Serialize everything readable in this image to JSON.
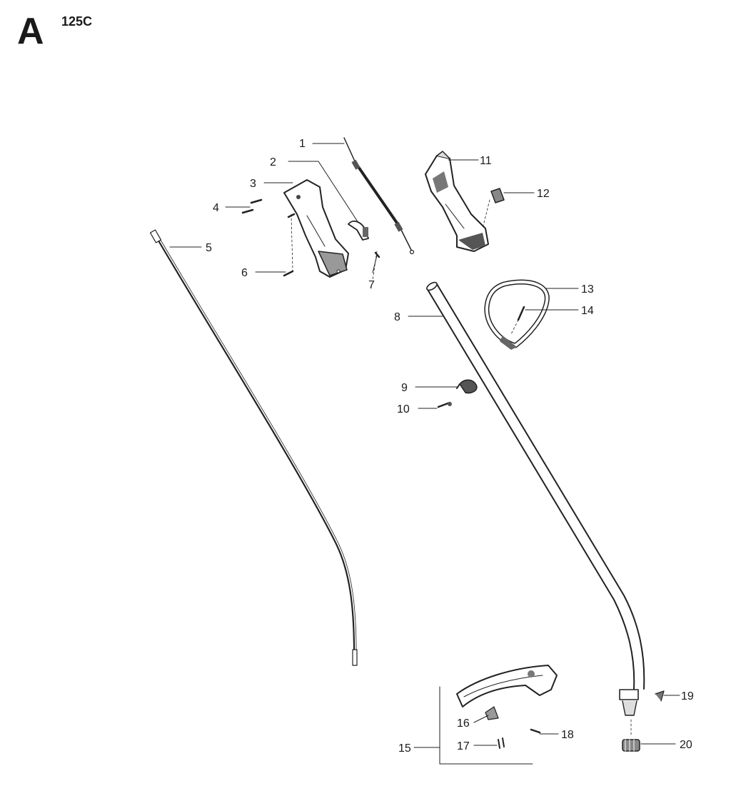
{
  "header": {
    "section": "A",
    "model": "125C"
  },
  "callouts": [
    {
      "id": "c1",
      "label": "1"
    },
    {
      "id": "c2",
      "label": "2"
    },
    {
      "id": "c3",
      "label": "3"
    },
    {
      "id": "c4",
      "label": "4"
    },
    {
      "id": "c5",
      "label": "5"
    },
    {
      "id": "c6",
      "label": "6"
    },
    {
      "id": "c7",
      "label": "7"
    },
    {
      "id": "c8",
      "label": "8"
    },
    {
      "id": "c9",
      "label": "9"
    },
    {
      "id": "c10",
      "label": "10"
    },
    {
      "id": "c11",
      "label": "11"
    },
    {
      "id": "c12",
      "label": "12"
    },
    {
      "id": "c13",
      "label": "13"
    },
    {
      "id": "c14",
      "label": "14"
    },
    {
      "id": "c15",
      "label": "15"
    },
    {
      "id": "c16",
      "label": "16"
    },
    {
      "id": "c17",
      "label": "17"
    },
    {
      "id": "c18",
      "label": "18"
    },
    {
      "id": "c19",
      "label": "19"
    },
    {
      "id": "c20",
      "label": "20"
    }
  ]
}
